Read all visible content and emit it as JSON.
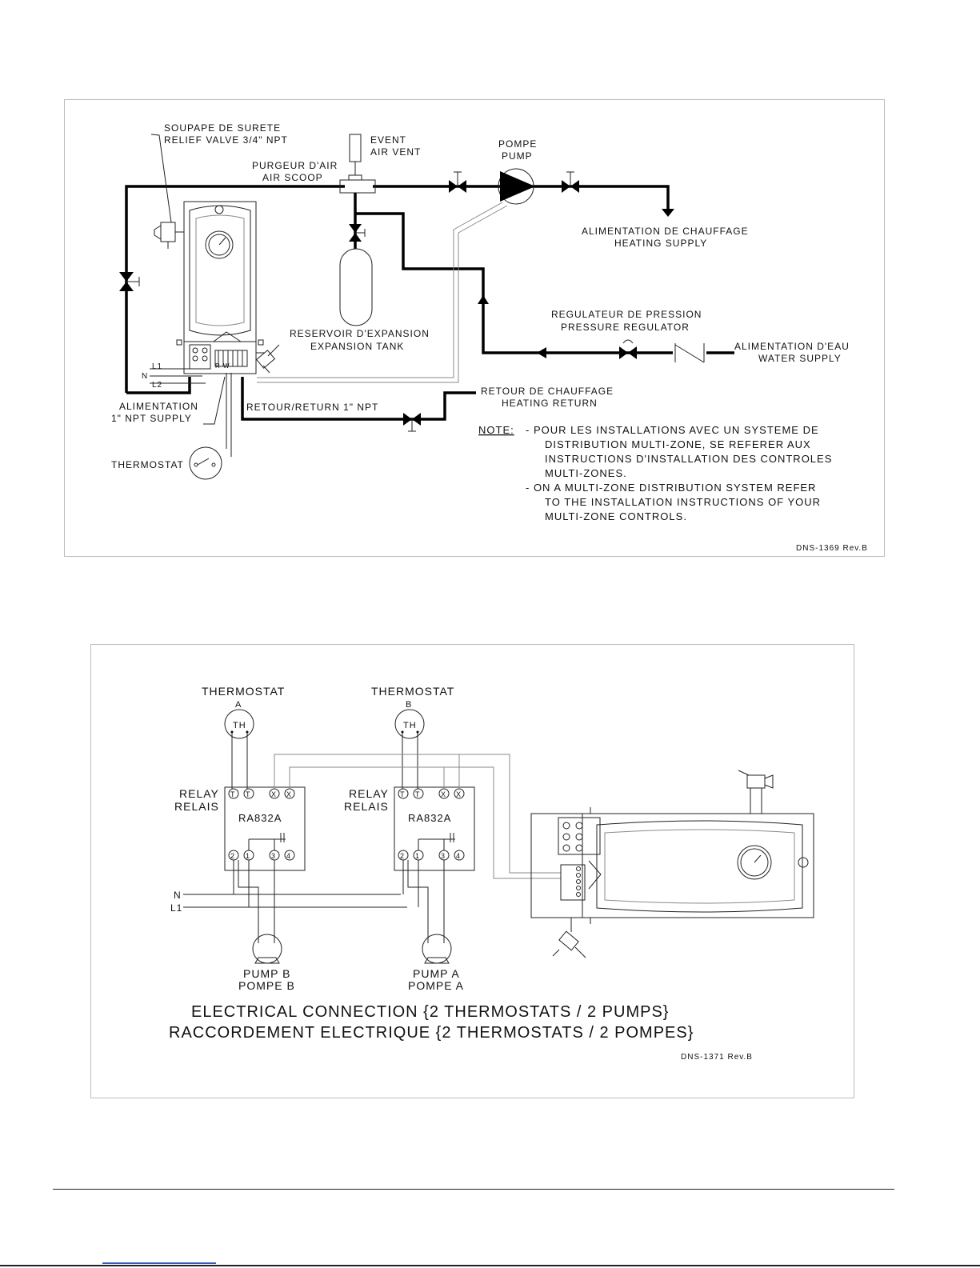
{
  "diagram1": {
    "relief_valve": [
      "SOUPAPE DE SURETE",
      "RELIEF VALVE 3/4\" NPT"
    ],
    "air_vent": [
      "EVENT",
      "AIR VENT"
    ],
    "air_scoop": [
      "PURGEUR D'AIR",
      "AIR SCOOP"
    ],
    "pump": [
      "POMPE",
      "PUMP"
    ],
    "heating_supply": [
      "ALIMENTATION DE CHAUFFAGE",
      "HEATING SUPPLY"
    ],
    "expansion_tank": [
      "RESERVOIR D'EXPANSION",
      "EXPANSION TANK"
    ],
    "pressure_regulator": [
      "REGULATEUR DE PRESSION",
      "PRESSURE REGULATOR"
    ],
    "water_supply": [
      "ALIMENTATION D'EAU",
      "WATER SUPPLY"
    ],
    "heating_return": [
      "RETOUR DE CHAUFFAGE",
      "HEATING RETURN"
    ],
    "return_line": "RETOUR/RETURN 1\" NPT",
    "supply_line": [
      "ALIMENTATION",
      "1\" NPT SUPPLY"
    ],
    "thermostat": "THERMOSTAT",
    "power_labels": [
      "L1",
      "N",
      "L2"
    ],
    "terminal_label": "R W",
    "note_label": "NOTE:",
    "note_lines": [
      "-  POUR LES INSTALLATIONS AVEC UN SYSTEME DE",
      "DISTRIBUTION MULTI-ZONE, SE REFERER AUX",
      "INSTRUCTIONS D'INSTALLATION DES CONTROLES",
      "MULTI-ZONES.",
      "-  ON A MULTI-ZONE DISTRIBUTION SYSTEM REFER",
      "TO THE INSTALLATION INSTRUCTIONS OF YOUR",
      "MULTI-ZONE CONTROLS."
    ],
    "drawing_number": "DNS-1369  Rev.B"
  },
  "diagram2": {
    "thermostat_a": [
      "THERMOSTAT",
      "A"
    ],
    "thermostat_b": [
      "THERMOSTAT",
      "B"
    ],
    "th_label": "TH",
    "relay_label": [
      "RELAY",
      "RELAIS"
    ],
    "relay_model": "RA832A",
    "relay_terminals_top": [
      "T",
      "T",
      "X",
      "X"
    ],
    "relay_terminals_bottom": [
      "2",
      "1",
      "3",
      "4"
    ],
    "power_labels": [
      "N",
      "L1"
    ],
    "pump_b": [
      "PUMP B",
      "POMPE B"
    ],
    "pump_a": [
      "PUMP A",
      "POMPE A"
    ],
    "title": [
      "ELECTRICAL CONNECTION {2 THERMOSTATS / 2 PUMPS}",
      "RACCORDEMENT ELECTRIQUE {2 THERMOSTATS / 2 POMPES}"
    ],
    "drawing_number": "DNS-1371  Rev.B"
  }
}
